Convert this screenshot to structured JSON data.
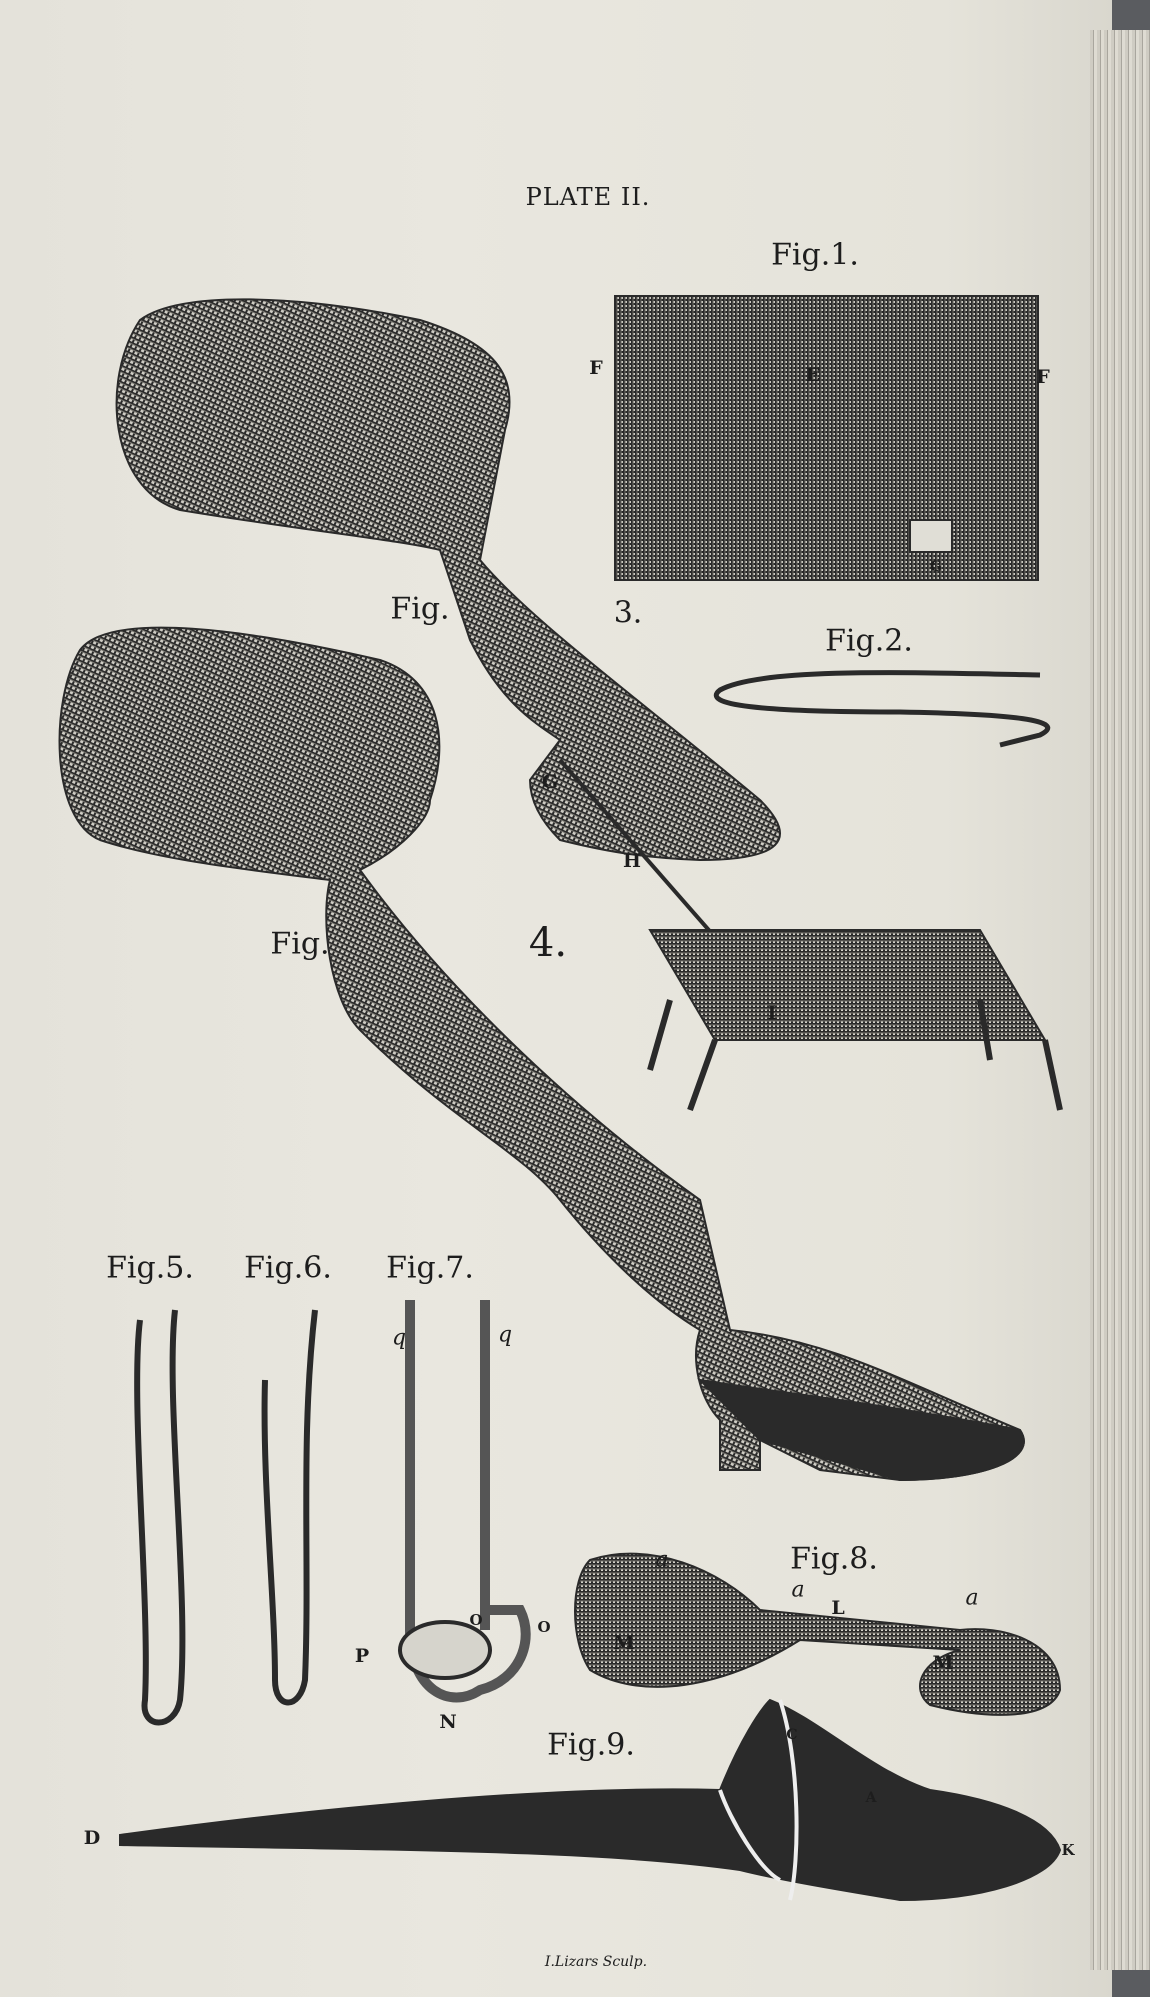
{
  "plate_title": "PLATE II.",
  "figures": {
    "fig1": {
      "caption": "Fig.1.",
      "labels": [
        "F",
        "E",
        "F",
        "G"
      ]
    },
    "fig2": {
      "caption": "Fig.2."
    },
    "fig3": {
      "caption_left": "Fig.",
      "caption_right": "3.",
      "labels": [
        "G",
        "H",
        "I"
      ]
    },
    "fig4": {
      "caption_left": "Fig.",
      "caption_right": "4."
    },
    "fig5": {
      "caption": "Fig.5."
    },
    "fig6": {
      "caption": "Fig.6."
    },
    "fig7": {
      "caption": "Fig.7.",
      "labels": [
        "q",
        "q",
        "O",
        "O",
        "P",
        "N"
      ]
    },
    "fig8": {
      "caption": "Fig.8.",
      "labels": [
        "a",
        "a",
        "a",
        "M",
        "L",
        "M"
      ]
    },
    "fig9": {
      "caption": "Fig.9.",
      "labels": [
        "D",
        "C",
        "A",
        "K"
      ]
    }
  },
  "engraver_signature": "I.Lizars Sculp."
}
